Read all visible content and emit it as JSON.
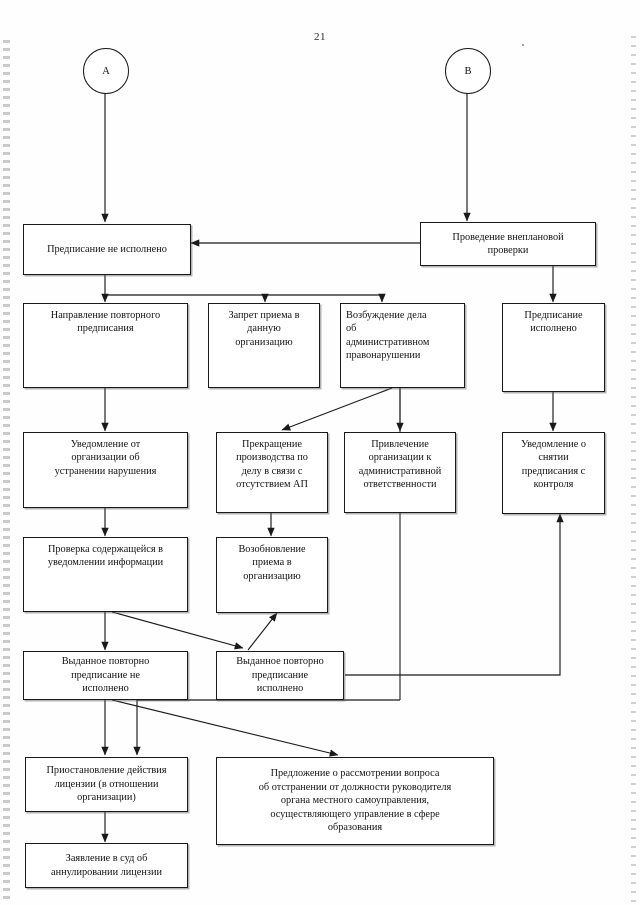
{
  "document": {
    "page_number": "21",
    "type": "flowchart",
    "language": "ru"
  },
  "connectors": {
    "start_a_label": "А",
    "start_b_label": "В"
  },
  "nodes": [
    {
      "id": "n1",
      "label": "Предписание не исполнено"
    },
    {
      "id": "n2",
      "label": "Проведение внеплановой\nпроверки"
    },
    {
      "id": "n3",
      "label": "Направление повторного\nпредписания"
    },
    {
      "id": "n4",
      "label": "Запрет приема в\nданную\nорганизацию"
    },
    {
      "id": "n5",
      "label": "Возбуждение дела\nоб\nадминистративном\nправонарушении"
    },
    {
      "id": "n6",
      "label": "Предписание\nисполнено"
    },
    {
      "id": "n7",
      "label": "Уведомление от\nорганизации об\nустранении нарушения"
    },
    {
      "id": "n8",
      "label": "Прекращение\nпроизводства по\nделу в связи с\nотсутствием АП"
    },
    {
      "id": "n9",
      "label": "Привлечение\nорганизации к\nадминистративной\nответственности"
    },
    {
      "id": "n10",
      "label": "Уведомление о\nснятии\nпредписания с\nконтроля"
    },
    {
      "id": "n11",
      "label": "Проверка содержащейся в\nуведомлении информации"
    },
    {
      "id": "n12",
      "label": "Возобновление\nприема в\nорганизацию"
    },
    {
      "id": "n13",
      "label": "Выданное повторно\nпредписание  не\nисполнено"
    },
    {
      "id": "n14",
      "label": "Выданное повторно\nпредписание\nисполнено"
    },
    {
      "id": "n15",
      "label": "Приостановление действия\nлицензии (в отношении\nорганизации)"
    },
    {
      "id": "n16",
      "label": "Предложение о рассмотрении вопроса\nоб отстранении от должности руководителя\nоргана местного самоуправления,\nосуществляющего управление в сфере\nобразования"
    },
    {
      "id": "n17",
      "label": "Заявление в суд об\nаннулировании лицензии"
    }
  ],
  "colors": {
    "stroke": "#1a1a1a",
    "paper": "#ffffff",
    "text": "#131313"
  }
}
